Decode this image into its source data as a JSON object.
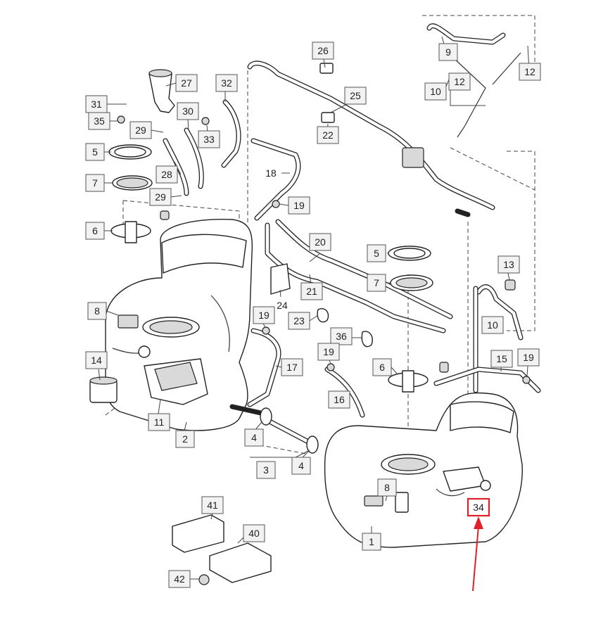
{
  "diagram": {
    "callouts": [
      {
        "id": "c26",
        "text": "26"
      },
      {
        "id": "c27",
        "text": "27"
      },
      {
        "id": "c32",
        "text": "32"
      },
      {
        "id": "c31",
        "text": "31"
      },
      {
        "id": "c35",
        "text": "35"
      },
      {
        "id": "c30",
        "text": "30"
      },
      {
        "id": "c29a",
        "text": "29"
      },
      {
        "id": "c33",
        "text": "33"
      },
      {
        "id": "c5a",
        "text": "5"
      },
      {
        "id": "c7a",
        "text": "7"
      },
      {
        "id": "c28",
        "text": "28"
      },
      {
        "id": "c29b",
        "text": "29"
      },
      {
        "id": "c6a",
        "text": "6"
      },
      {
        "id": "c25",
        "text": "25"
      },
      {
        "id": "c22",
        "text": "22"
      },
      {
        "id": "c18",
        "text": "18"
      },
      {
        "id": "c19a",
        "text": "19"
      },
      {
        "id": "c9",
        "text": "9"
      },
      {
        "id": "c12a",
        "text": "12"
      },
      {
        "id": "c12b",
        "text": "12"
      },
      {
        "id": "c10a",
        "text": "10"
      },
      {
        "id": "c20",
        "text": "20"
      },
      {
        "id": "c5b",
        "text": "5"
      },
      {
        "id": "c7b",
        "text": "7"
      },
      {
        "id": "c21",
        "text": "21"
      },
      {
        "id": "c24",
        "text": "24"
      },
      {
        "id": "c13",
        "text": "13"
      },
      {
        "id": "c8a",
        "text": "8"
      },
      {
        "id": "c19b",
        "text": "19"
      },
      {
        "id": "c23",
        "text": "23"
      },
      {
        "id": "c36",
        "text": "36"
      },
      {
        "id": "c10b",
        "text": "10"
      },
      {
        "id": "c17",
        "text": "17"
      },
      {
        "id": "c14",
        "text": "14"
      },
      {
        "id": "c19c",
        "text": "19"
      },
      {
        "id": "c15",
        "text": "15"
      },
      {
        "id": "c19d",
        "text": "19"
      },
      {
        "id": "c6b",
        "text": "6"
      },
      {
        "id": "c11",
        "text": "11"
      },
      {
        "id": "c16",
        "text": "16"
      },
      {
        "id": "c2",
        "text": "2"
      },
      {
        "id": "c4a",
        "text": "4"
      },
      {
        "id": "c3",
        "text": "3"
      },
      {
        "id": "c4b",
        "text": "4"
      },
      {
        "id": "c8b",
        "text": "8"
      },
      {
        "id": "c34",
        "text": "34"
      },
      {
        "id": "c41",
        "text": "41"
      },
      {
        "id": "c40",
        "text": "40"
      },
      {
        "id": "c1",
        "text": "1"
      },
      {
        "id": "c42",
        "text": "42"
      }
    ]
  }
}
